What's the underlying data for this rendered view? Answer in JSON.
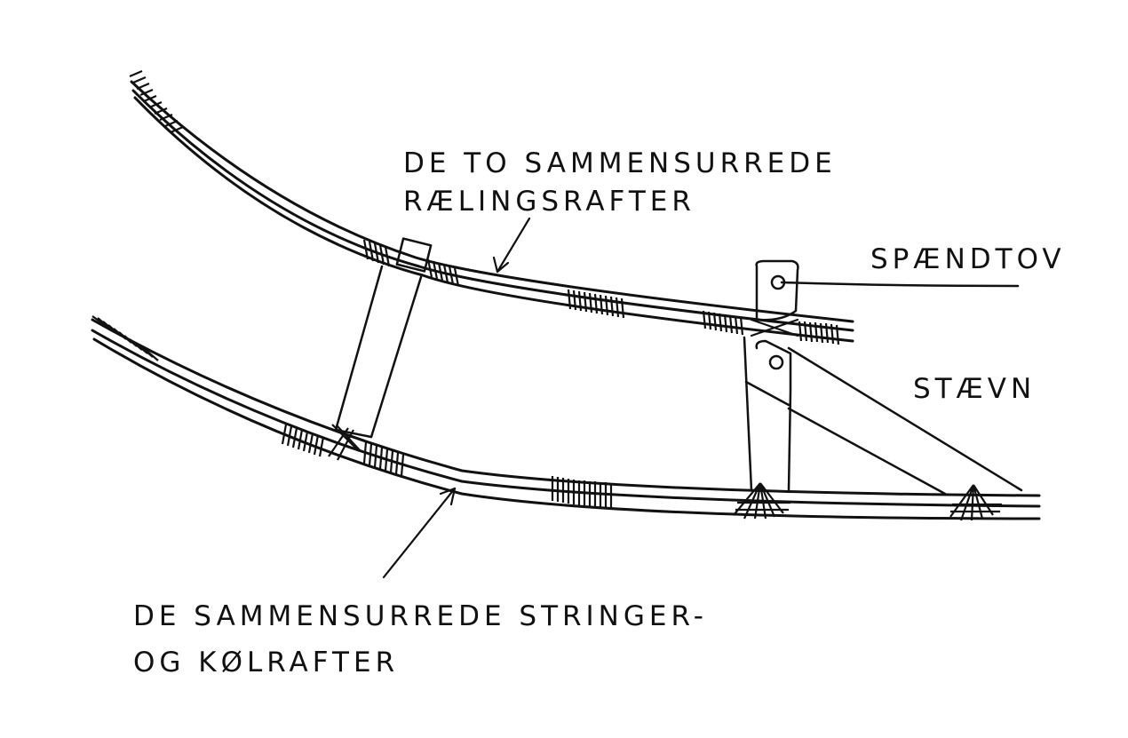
{
  "labels": {
    "rail_line1": "DE TO SAMMENSURREDE",
    "rail_line2": "RÆLINGSRAFTER",
    "rope": "SPÆNDTOV",
    "stem": "STÆVN",
    "keel_line1": "DE SAMMENSURREDE STRINGER-",
    "keel_line2": "OG KØLRAFTER"
  },
  "colors": {
    "ink": "#111111",
    "paper": "#ffffff"
  }
}
